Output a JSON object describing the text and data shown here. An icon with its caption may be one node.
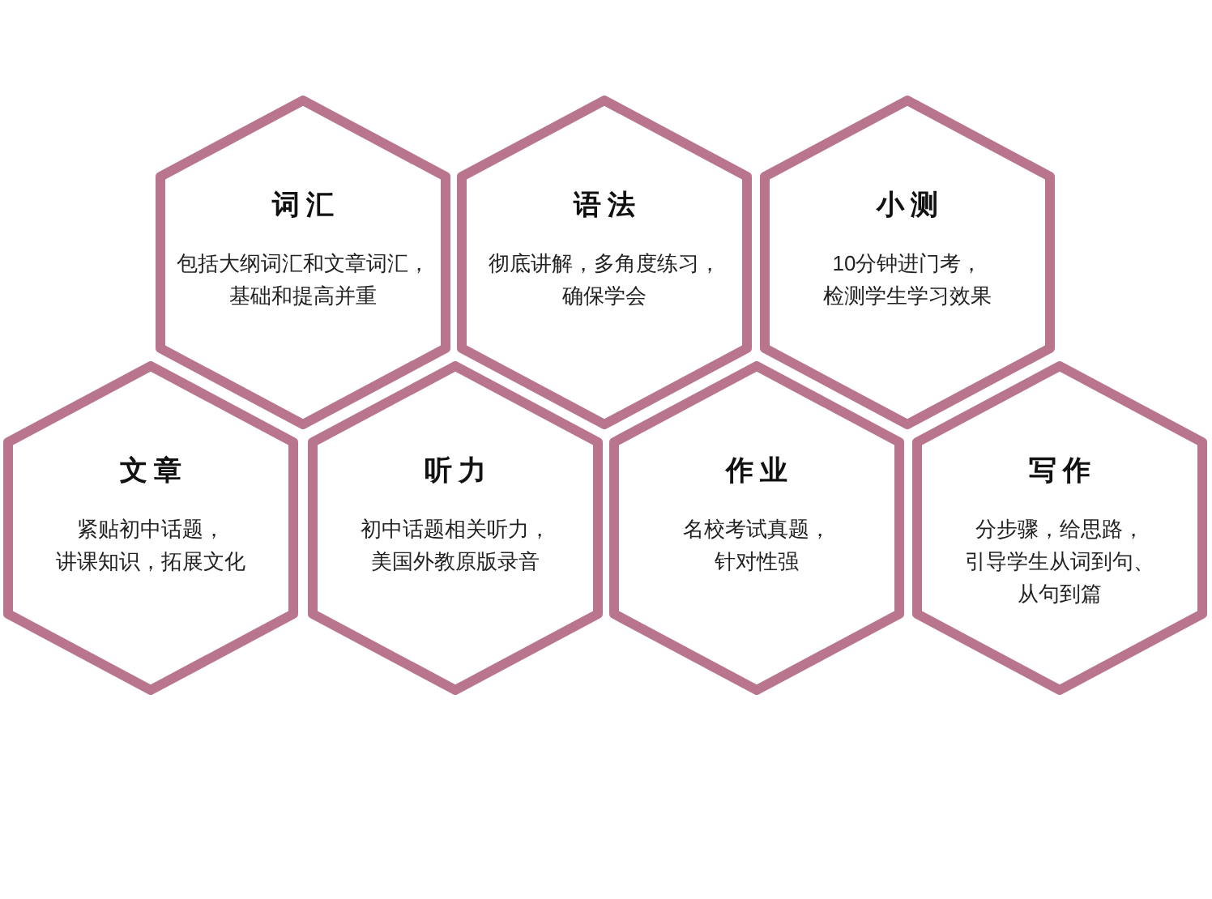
{
  "diagram": {
    "nodes": [
      {
        "text": [
          "词汇",
          "包括大纲词汇和文章词汇，基础和提高并重"
        ]
      },
      {
        "text": [
          "语法",
          "彻底讲解，多角度练习，确保学会"
        ]
      },
      {
        "text": [
          "小测",
          "10分钟进门考，检测学生学习效果"
        ]
      },
      {
        "text": [
          "文章",
          "紧贴初中话题，讲课知识，拓展文化"
        ]
      },
      {
        "text": [
          "听力",
          "初中话题相关听力，美国外教原版录音"
        ]
      },
      {
        "text": [
          "作业",
          "名校考试真题，针对性强"
        ]
      },
      {
        "text": [
          "写作",
          "分步骤，给思路，引导学生从词到句、从句到篇"
        ]
      }
    ]
  }
}
